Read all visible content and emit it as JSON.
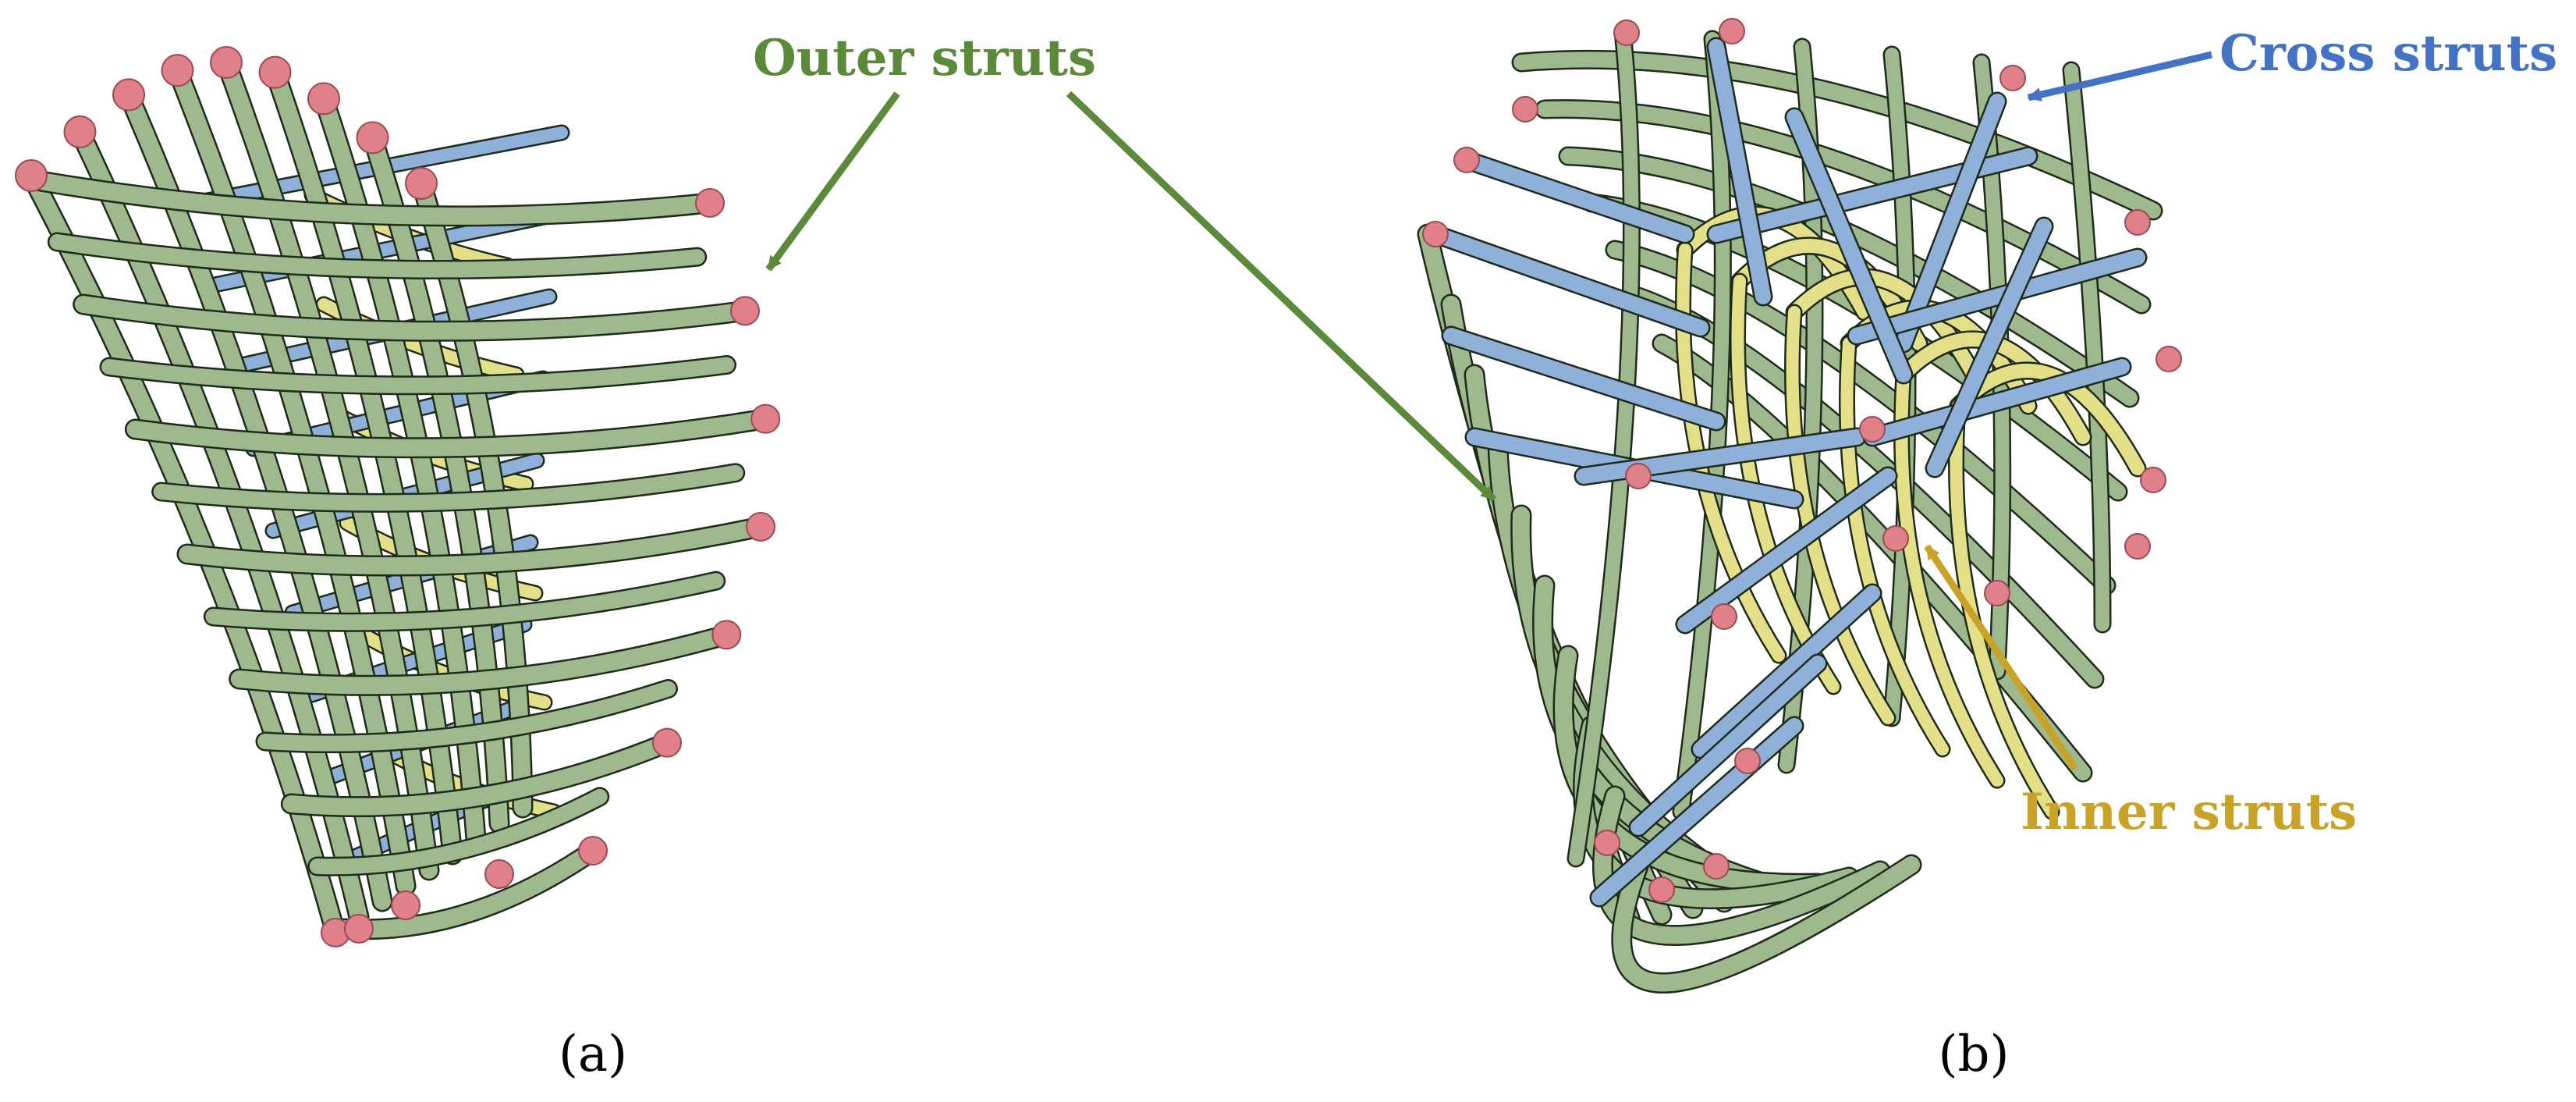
{
  "labels": {
    "outer": "Outer struts",
    "cross": "Cross struts",
    "inner": "Inner struts"
  },
  "captions": {
    "a": "(a)",
    "b": "(b)"
  },
  "colors": {
    "outer_strut": "#9fb98e",
    "outer_label": "#5b8a3a",
    "cross_strut": "#8fb0d8",
    "cross_label": "#4472c4",
    "inner_strut": "#e4e08a",
    "inner_label": "#c9a227",
    "node": "#e08088",
    "outline": "#1e2a1a"
  }
}
